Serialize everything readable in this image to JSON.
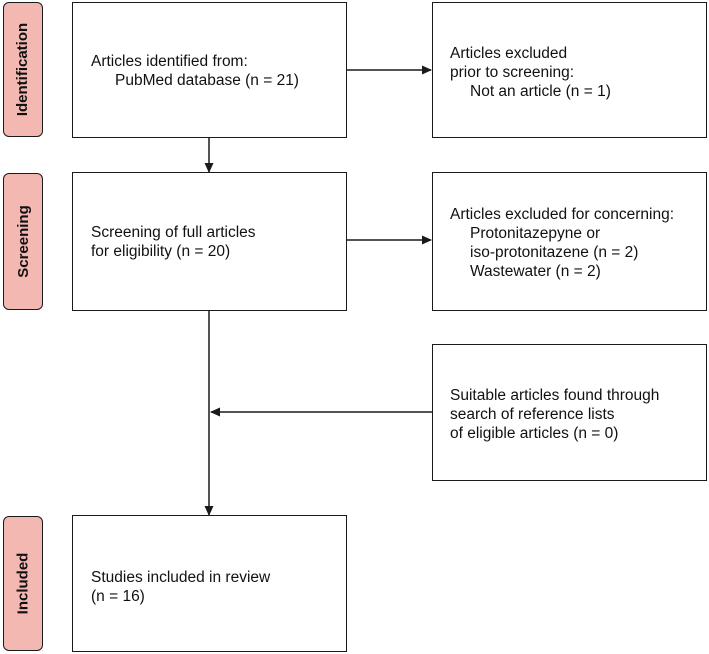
{
  "colors": {
    "phase_fill": "#f4b8b3",
    "border": "#1a1a1a"
  },
  "phases": {
    "identification": "Identification",
    "screening": "Screening",
    "included": "Included"
  },
  "boxes": {
    "identified": {
      "line1": "Articles identified from:",
      "line2": "PubMed database (n = 21)"
    },
    "excluded_prior": {
      "line1": "Articles excluded",
      "line2": "prior to screening:",
      "line3": "Not an article (n = 1)"
    },
    "screening": {
      "line1": "Screening of full articles",
      "line2": "for eligibility (n = 20)"
    },
    "excluded_concerning": {
      "line1": "Articles excluded for concerning:",
      "line2": "Protonitazepyne or",
      "line3": "iso-protonitazene (n = 2)",
      "line4": "Wastewater (n = 2)"
    },
    "reference_lists": {
      "line1": "Suitable articles found through",
      "line2": "search of reference lists",
      "line3": "of eligible articles (n = 0)"
    },
    "included": {
      "line1": "Studies included in review",
      "line2": "(n = 16)"
    }
  }
}
